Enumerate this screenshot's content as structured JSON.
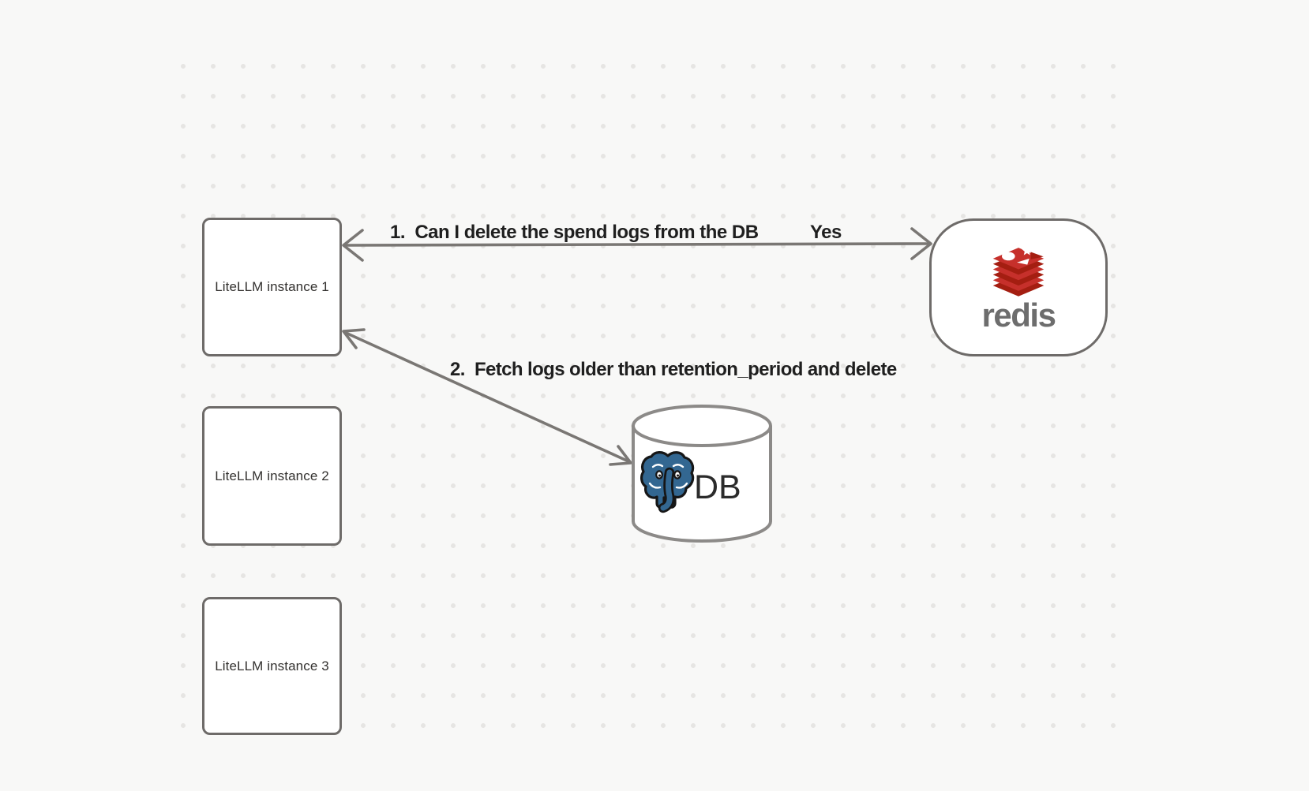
{
  "nodes": {
    "litellm_instances": [
      {
        "label": "LiteLLM instance 1"
      },
      {
        "label": "LiteLLM instance 2"
      },
      {
        "label": "LiteLLM instance 3"
      }
    ],
    "redis": {
      "wordmark": "redis"
    },
    "database": {
      "label": "DB"
    }
  },
  "annotations": {
    "arrow1_label": "1.  Can I delete the spend logs from the DB",
    "arrow1_response": "Yes",
    "arrow2_label": "2.  Fetch logs older than retention_period and delete"
  },
  "colors": {
    "background": "#f8f8f7",
    "grid_dot": "#e6e5e3",
    "shape_stroke": "#6e6b69",
    "arrow_stroke": "#7a7774",
    "annotation_text": "#1f1f1f",
    "node_label_text": "#33312f",
    "redis_red": "#C6302B",
    "redis_red_dark": "#A41E11",
    "redis_wordmark_gray": "#6d6d6d",
    "postgres_blue": "#336791"
  }
}
